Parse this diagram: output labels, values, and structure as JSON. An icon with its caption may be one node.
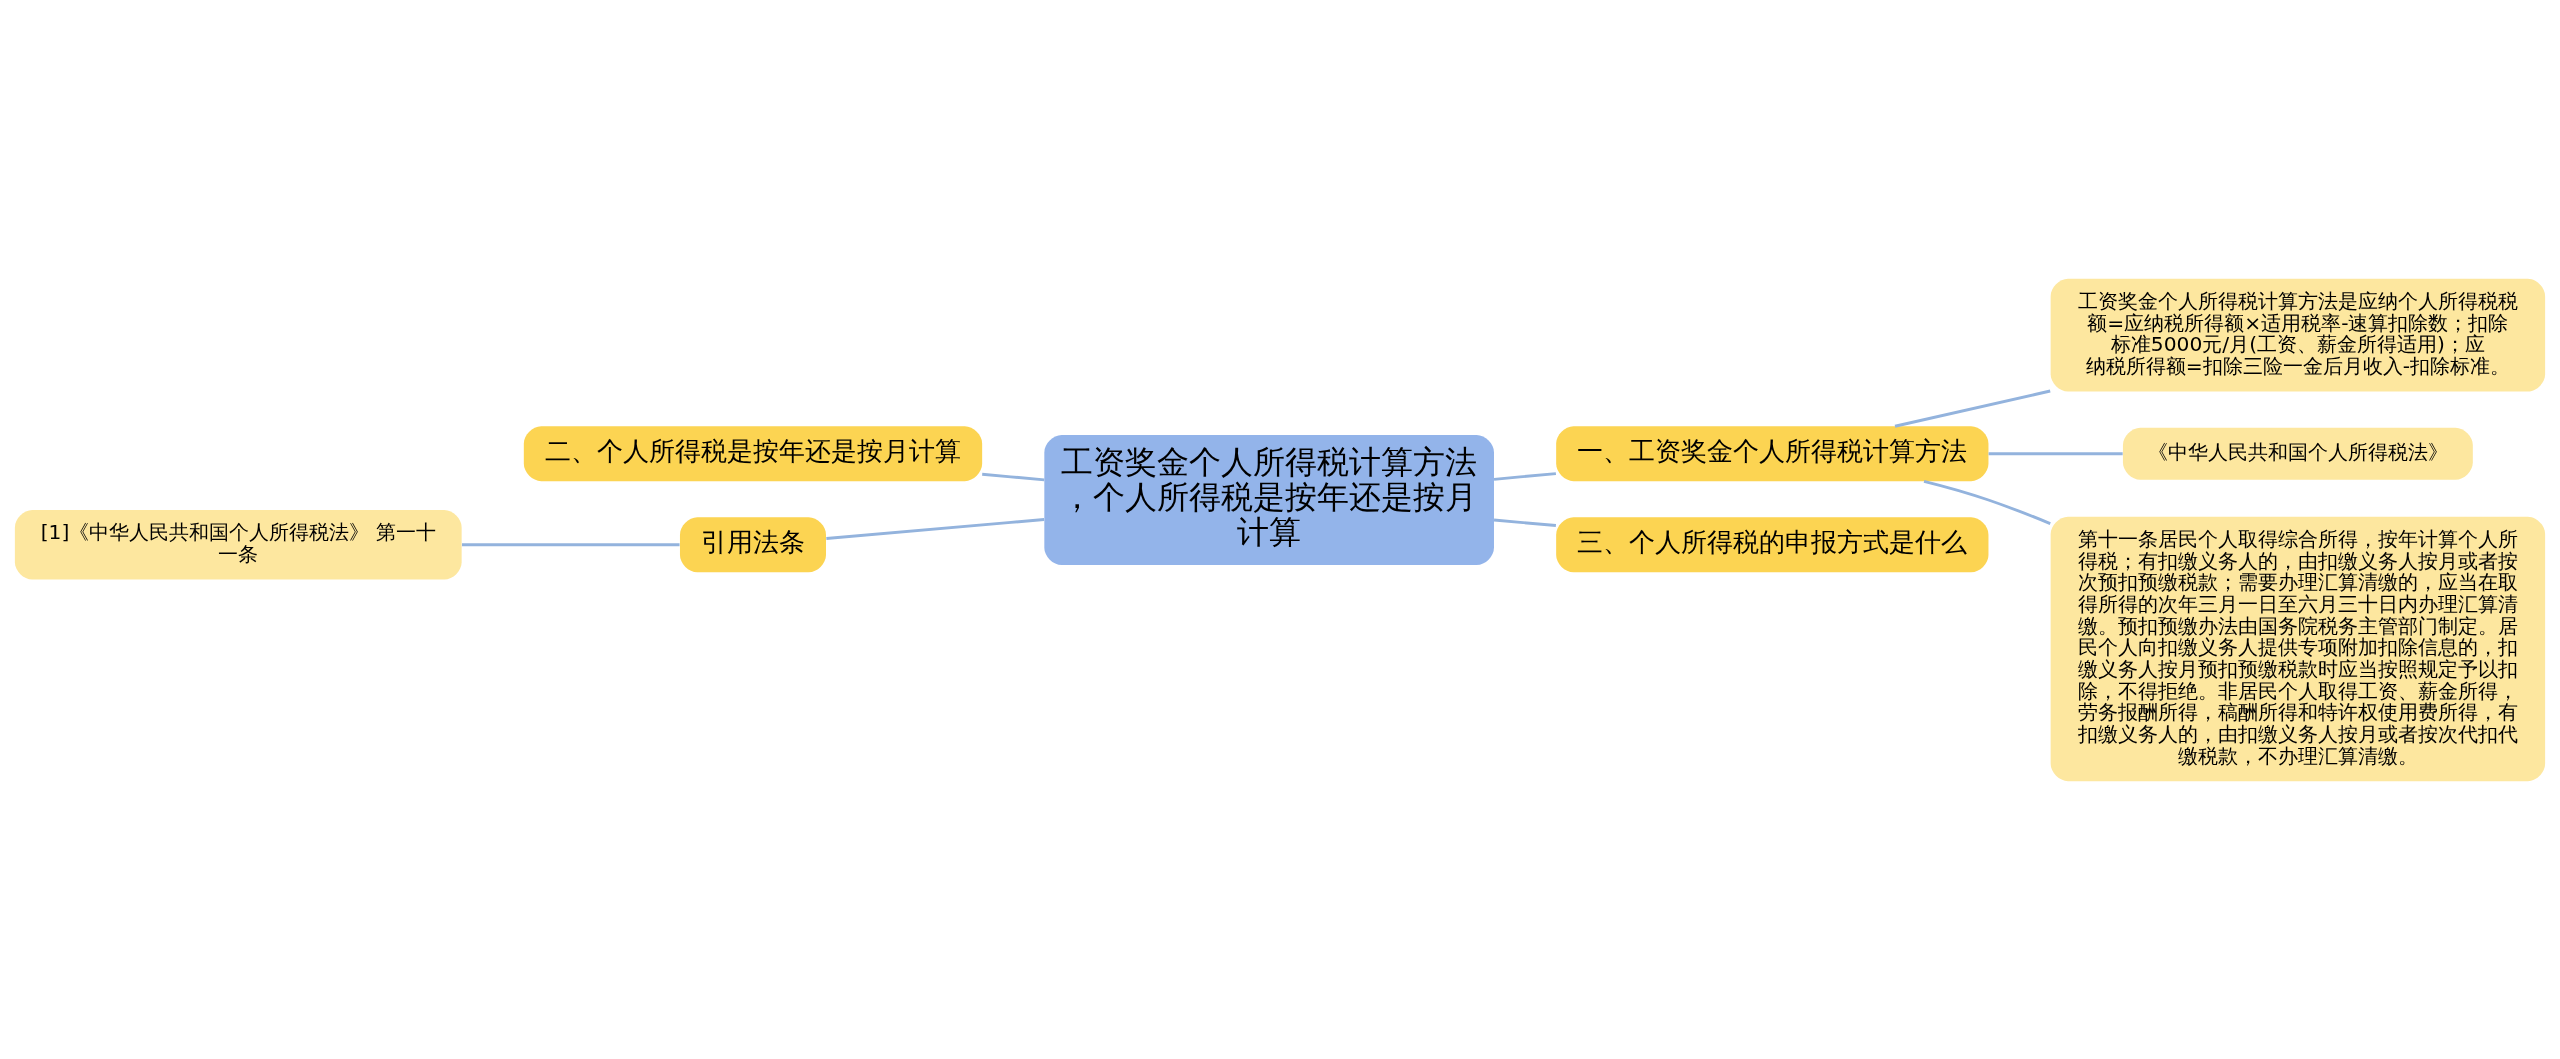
{
  "diagram": {
    "nodes": [
      {
        "text": [
          "工资奖金个人所得税计算方法，个人所得税是按年还是按月计算"
        ]
      },
      {
        "text": [
          "一、工资奖金个人所得税计算方法"
        ]
      },
      {
        "text": [
          "工资奖金个人所得税计算方法是应纳个人所得税税额=应纳税所得额×适用税率-速算扣除数；扣除标准5000元/月(工资、薪金所得适用)；应纳税所得额=扣除三险一金后月收入-扣除标准。"
        ]
      },
      {
        "text": [
          "《中华人民共和国个人所得税法》"
        ]
      },
      {
        "text": [
          "第十一条居民个人取得综合所得，按年计算个人所得税；有扣缴义务人的，由扣缴义务人按月或者按次预扣预缴税款；需要办理汇算清缴的，应当在取得所得的次年三月一日至六月三十日内办理汇算清缴。预扣预缴办法由国务院税务主管部门制定。居民个人向扣缴义务人提供专项附加扣除信息的，扣缴义务人按月预扣预缴税款时应当按照规定予以扣除，不得拒绝。非居民个人取得工资、薪金所得，劳务报酬所得，稿酬所得和特许权使用费所得，有扣缴义务人的，由扣缴义务人按月或者按次代扣代缴税款，不办理汇算清缴。"
        ]
      },
      {
        "text": [
          "三、个人所得税的申报方式是什么"
        ]
      },
      {
        "text": [
          "二、个人所得税是按年还是按月计算"
        ]
      },
      {
        "text": [
          "引用法条"
        ]
      },
      {
        "text": [
          "[1]《中华人民共和国个人所得税法》 第一十一条"
        ]
      }
    ],
    "edges": [
      {
        "from": 0,
        "to": 1,
        "arrow": "none"
      },
      {
        "from": 1,
        "to": 2,
        "arrow": "none"
      },
      {
        "from": 1,
        "to": 3,
        "arrow": "none"
      },
      {
        "from": 1,
        "to": 4,
        "arrow": "none"
      },
      {
        "from": 0,
        "to": 5,
        "arrow": "none"
      },
      {
        "from": 0,
        "to": 6,
        "arrow": "none"
      },
      {
        "from": 0,
        "to": 7,
        "arrow": "none"
      },
      {
        "from": 7,
        "to": 8,
        "arrow": "none"
      }
    ]
  }
}
